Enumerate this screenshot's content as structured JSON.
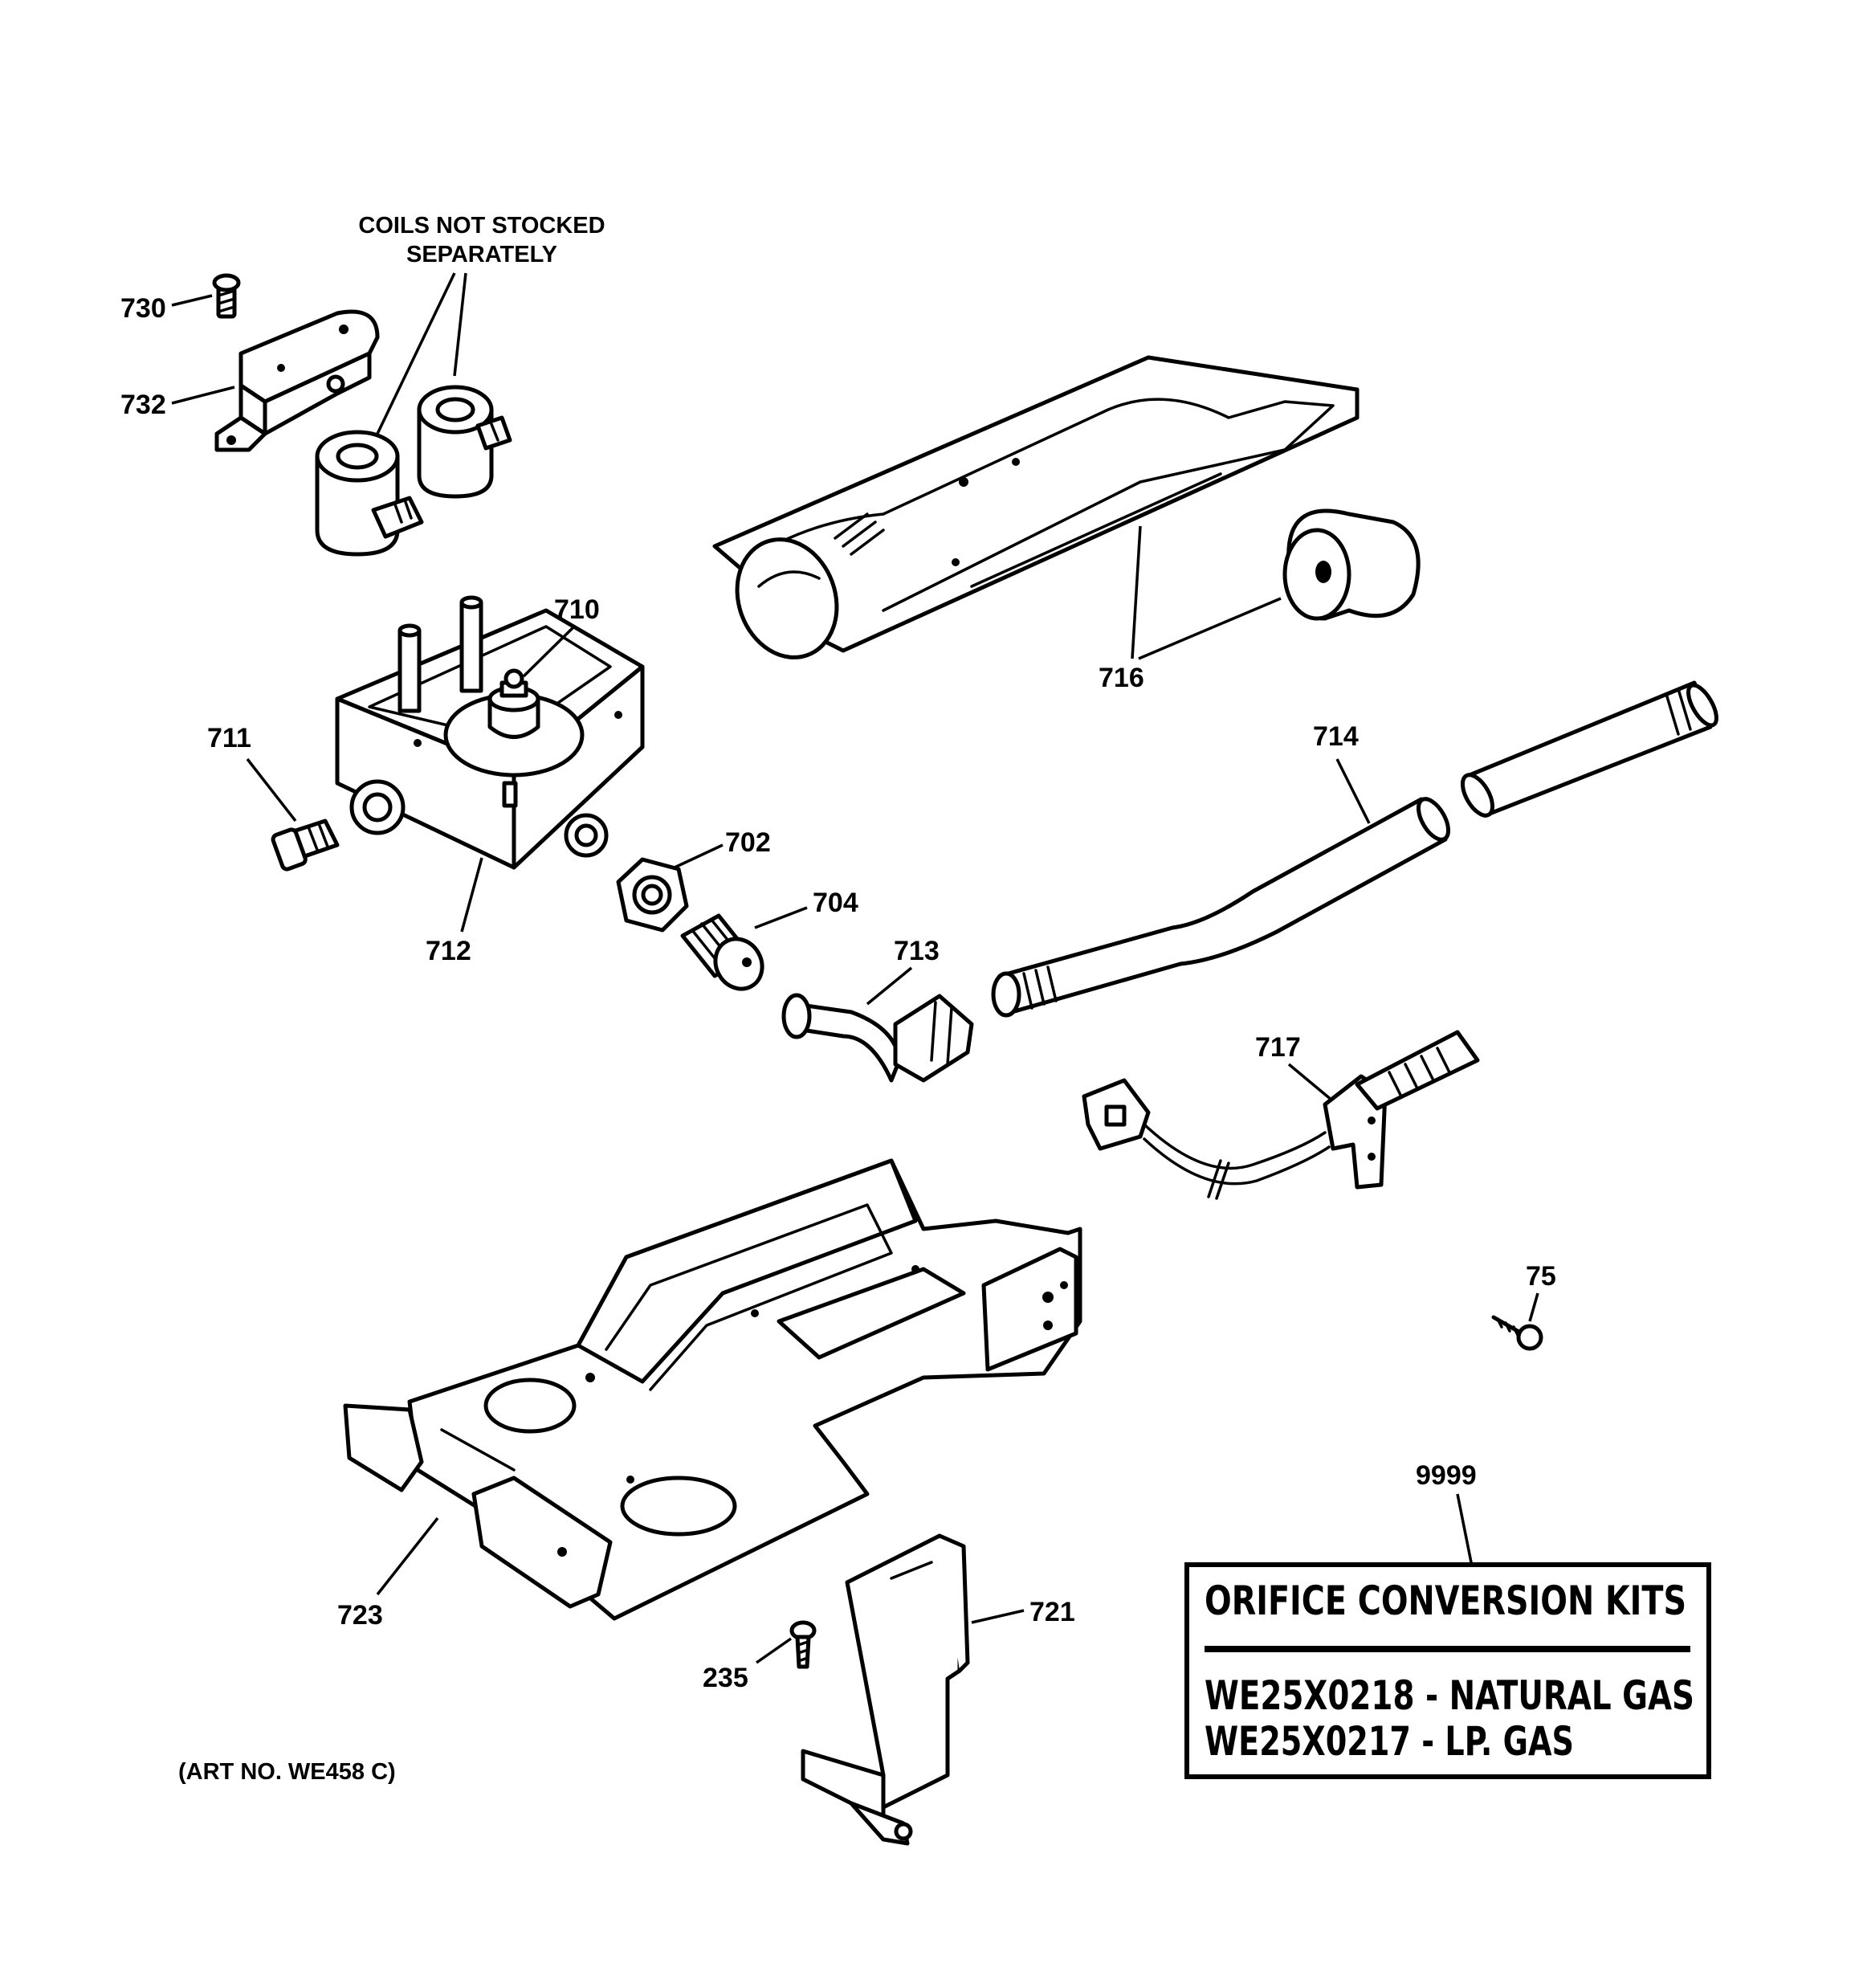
{
  "labels": {
    "p730": "730",
    "p732": "732",
    "p710": "710",
    "p711": "711",
    "p712": "712",
    "p702": "702",
    "p704": "704",
    "p713": "713",
    "p714": "714",
    "p716": "716",
    "p717": "717",
    "p75": "75",
    "p723": "723",
    "p721": "721",
    "p235": "235",
    "p9999": "9999"
  },
  "coils_note": {
    "line1": "COILS NOT STOCKED",
    "line2": "SEPARATELY"
  },
  "conversion_kits": {
    "title": "ORIFICE CONVERSION KITS",
    "natural_gas": "WE25X0218 - NATURAL GAS",
    "lp_gas": "WE25X0217 - LP. GAS"
  },
  "art_number": "(ART NO. WE458 C)"
}
